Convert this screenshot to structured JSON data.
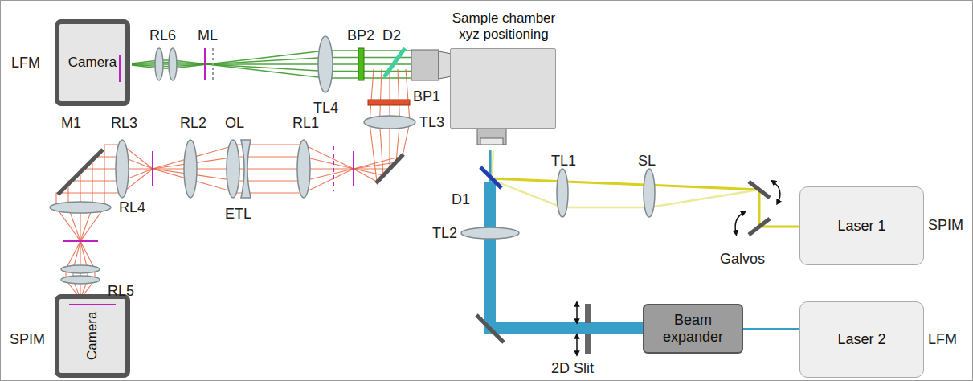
{
  "diagram": {
    "nodes": [
      {
        "text": [
          "Sample chamber xyz positioning"
        ]
      },
      {
        "text": [
          "Camera"
        ]
      },
      {
        "text": [
          "Laser 1"
        ]
      },
      {
        "text": [
          "Beam expander"
        ]
      },
      {
        "text": [
          "Laser 2"
        ]
      },
      {
        "text": [
          "Camera"
        ]
      }
    ],
    "edges": [
      {
        "from": 4,
        "to": 3,
        "arrow": "none"
      }
    ],
    "labels": [
      "LFM",
      "RL6",
      "ML",
      "BP2",
      "D2",
      "TL4",
      "BP1",
      "TL3",
      "M1",
      "RL3",
      "RL2",
      "OL",
      "RL1",
      "ETL",
      "RL4",
      "RL5",
      "SPIM",
      "D1",
      "TL1",
      "SL",
      "Galvos",
      "SPIM",
      "TL2",
      "2D Slit",
      "LFM"
    ]
  }
}
